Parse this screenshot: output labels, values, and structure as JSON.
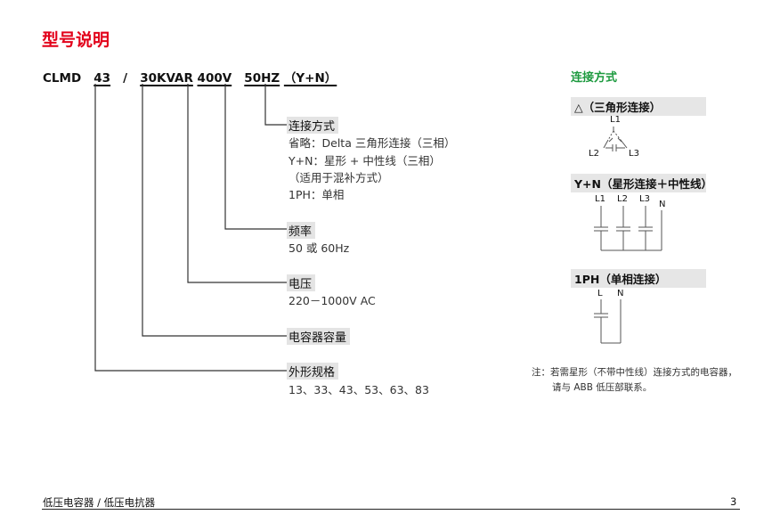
{
  "title": "型号说明",
  "model_code": {
    "parts": [
      "CLMD",
      "43",
      "/",
      "30KVAR",
      "400V",
      "50HZ",
      "（Y+N）"
    ]
  },
  "descriptions": {
    "connection": {
      "title": "连接方式",
      "lines": [
        "省略：Delta 三角形连接（三相）",
        "Y+N：星形 + 中性线（三相）",
        "（适用于混补方式）",
        "1PH：单相"
      ]
    },
    "frequency": {
      "title": "频率",
      "lines": [
        "50 或 60Hz"
      ]
    },
    "voltage": {
      "title": "电压",
      "lines": [
        "220－1000V AC"
      ]
    },
    "capacity": {
      "title": "电容器容量",
      "lines": []
    },
    "shape": {
      "title": "外形规格",
      "lines": [
        "13、33、43、53、63、83"
      ]
    }
  },
  "right": {
    "heading": "连接方式",
    "delta": {
      "label": "△（三角形连接）",
      "terminals": [
        "L1",
        "L2",
        "L3"
      ]
    },
    "star": {
      "label": "Y+N（星形连接＋中性线）",
      "terminals": [
        "L1",
        "L2",
        "L3",
        "N"
      ]
    },
    "single": {
      "label": "1PH（单相连接）",
      "terminals": [
        "L",
        "N"
      ]
    },
    "note": [
      "注：若需星形（不带中性线）连接方式的电容器，",
      "请与 ABB 低压部联系。"
    ]
  },
  "footer": {
    "left": "低压电容器 / 低压电抗器",
    "page": "3"
  }
}
